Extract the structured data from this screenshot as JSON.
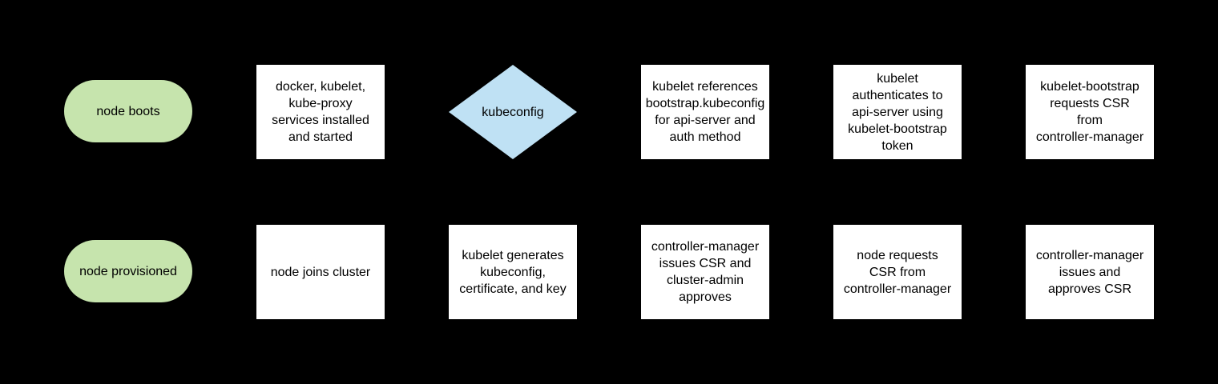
{
  "colors": {
    "canvas_bg": "#000000",
    "process_fill": "#ffffff",
    "terminator_fill": "#c6e4ad",
    "decision_fill": "#bfe1f4",
    "node_text": "#000000"
  },
  "nodes": {
    "node_boots": {
      "type": "terminator",
      "label": "node boots"
    },
    "services_installed": {
      "type": "process",
      "label": "docker, kubelet,\nkube-proxy\nservices installed\nand started"
    },
    "kubeconfig": {
      "type": "decision",
      "label": "kubeconfig"
    },
    "references_bootstrap": {
      "type": "process",
      "label": "kubelet references\nbootstrap.kubeconfig\nfor api-server and\nauth method"
    },
    "authenticates": {
      "type": "process",
      "label": "kubelet\nauthenticates to\napi-server using\nkubelet-bootstrap\ntoken"
    },
    "requests_csr": {
      "type": "process",
      "label": "kubelet-bootstrap\nrequests CSR\nfrom\ncontroller-manager"
    },
    "node_provisioned": {
      "type": "terminator",
      "label": "node provisioned"
    },
    "joins_cluster": {
      "type": "process",
      "label": "node joins cluster"
    },
    "generates_kubeconfig": {
      "type": "process",
      "label": "kubelet generates\nkubeconfig,\ncertificate, and key"
    },
    "cm_issues_admin_approves": {
      "type": "process",
      "label": "controller-manager\nissues CSR and\ncluster-admin\napproves"
    },
    "node_requests_csr": {
      "type": "process",
      "label": "node requests\nCSR from\ncontroller-manager"
    },
    "cm_issues_approves_csr": {
      "type": "process",
      "label": "controller-manager\nissues and\napproves CSR"
    }
  }
}
